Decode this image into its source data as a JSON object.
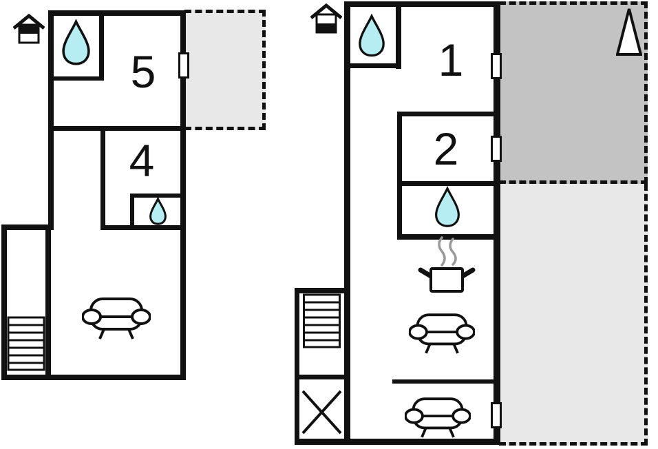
{
  "diagram": {
    "type": "floor-plan",
    "units": 2
  },
  "colors": {
    "background": "#ffffff",
    "wall": "#111111",
    "water_fill": "#b5edf2",
    "steam": "#9a9a9a",
    "area_light": "#e8e8e8",
    "area_dark": "#c3c3c3"
  },
  "rooms": {
    "r5": {
      "label": "5"
    },
    "r4": {
      "label": "4"
    },
    "r1": {
      "label": "1"
    },
    "r2": {
      "label": "2"
    }
  },
  "icons": {
    "left_house": "house-upper-floor-icon",
    "right_house": "house-ground-floor-icon",
    "shower": "shower-icon",
    "sofa": "sofa-icon",
    "stairs": "stairs-icon",
    "stove": "stove-pot-icon",
    "cross": "x-mark-icon",
    "triangle": "triangle-marker-icon",
    "door": "door-marker"
  }
}
